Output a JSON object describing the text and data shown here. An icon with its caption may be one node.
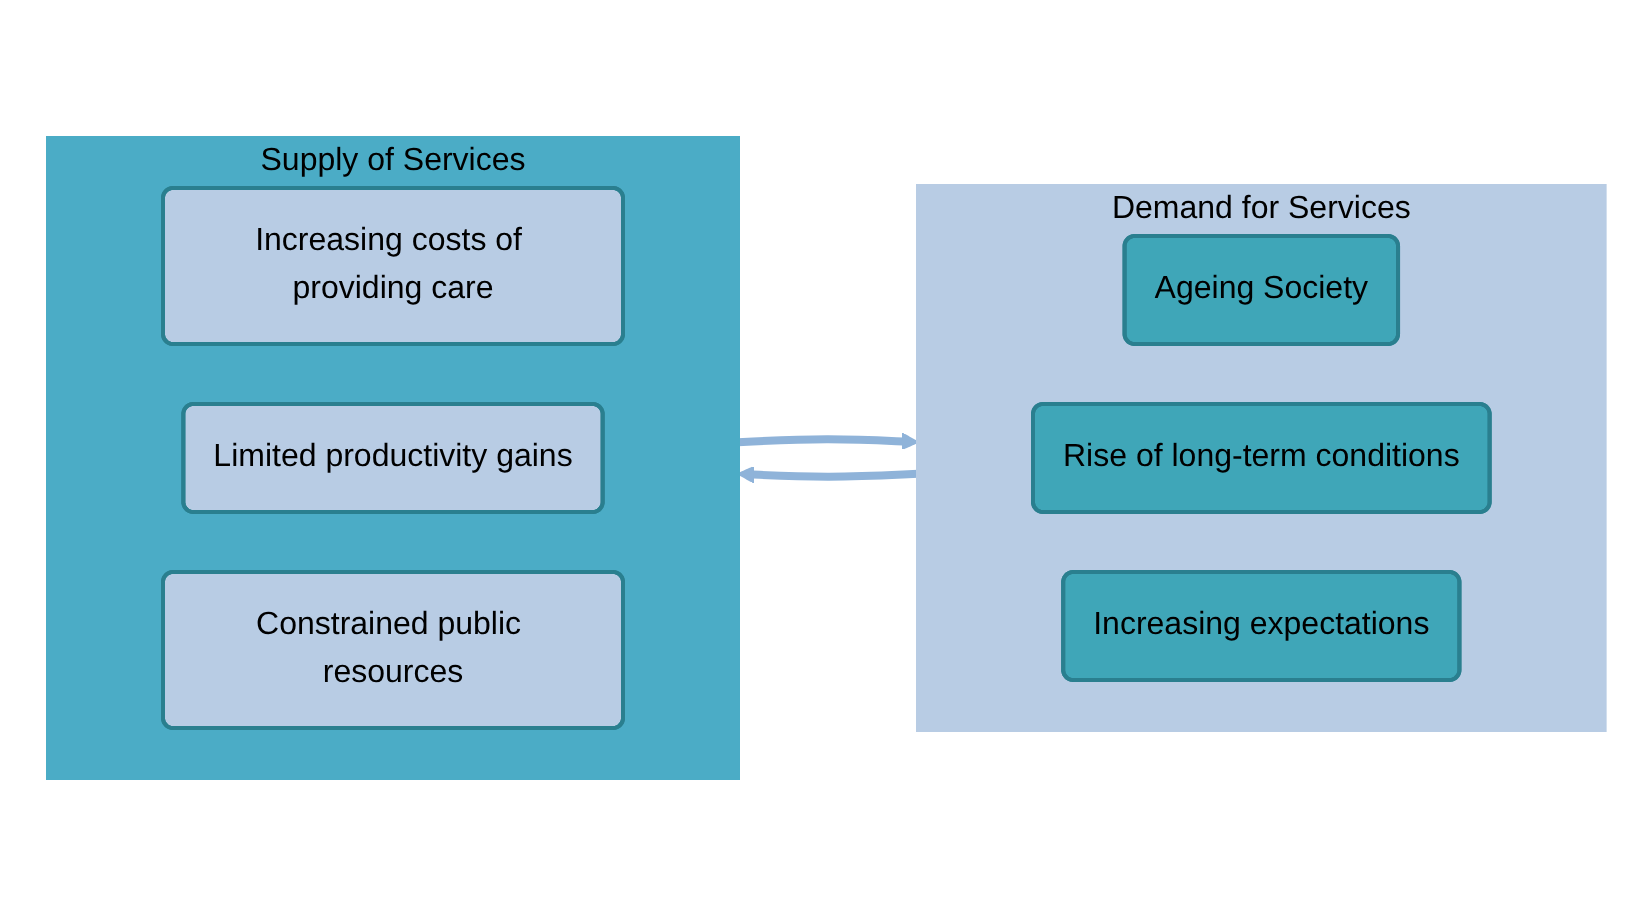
{
  "diagram": {
    "nodes": [
      {
        "text": [
          "Demand for Services"
        ]
      },
      {
        "text": [
          "Ageing Society"
        ],
        "in": 0
      },
      {
        "text": [
          "Rise of long-term conditions"
        ],
        "in": 0
      },
      {
        "text": [
          "Increasing expectations"
        ],
        "in": 0
      },
      {
        "text": [
          "Supply of Services"
        ]
      },
      {
        "text": [
          "Increasing costs of providing care"
        ],
        "in": 4
      },
      {
        "text": [
          "Limited productivity gains"
        ],
        "in": 4
      },
      {
        "text": [
          "Constrained public resources"
        ],
        "in": 4
      }
    ],
    "edges": [
      {
        "from": 0,
        "to": 4,
        "arrow": "to"
      },
      {
        "from": 4,
        "to": 0,
        "arrow": "to"
      }
    ]
  }
}
